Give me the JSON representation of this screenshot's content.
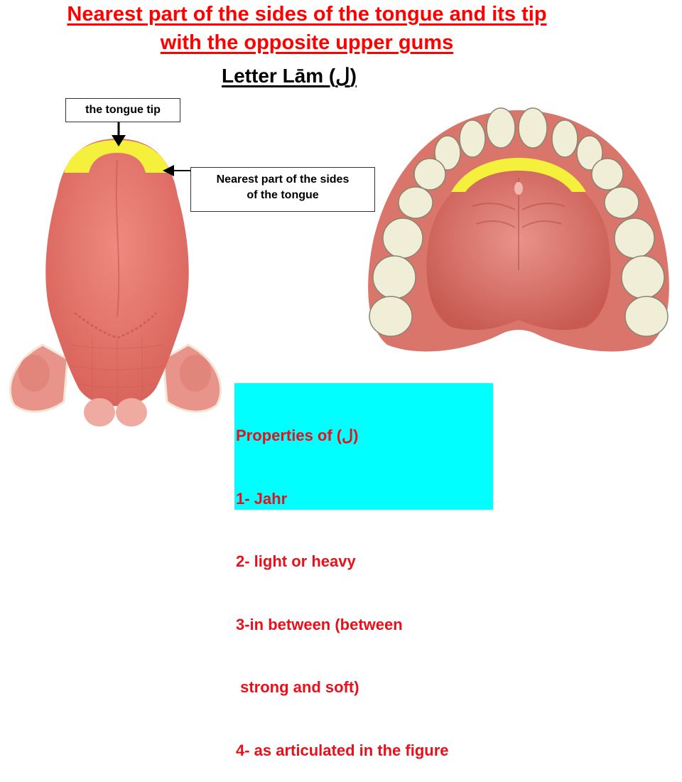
{
  "header": {
    "title_line1": "Nearest part of the sides of the tongue and its tip",
    "title_line2": "with the opposite upper gums",
    "subtitle": "Letter Lām (ل)"
  },
  "labels": {
    "tongue_tip": "the tongue tip",
    "sides_line1": "Nearest part of the sides",
    "sides_line2": "of the tongue"
  },
  "properties": {
    "heading": "Properties of (ل)",
    "items": [
      "1- Jahr",
      "2- light or heavy",
      "3-in between (between",
      " strong and soft)",
      "4- as articulated in the figure"
    ]
  },
  "colors": {
    "title": "#ff0000",
    "highlight": "#f5f03c",
    "tongue": "#e8766c",
    "properties_bg": "#00ffff",
    "properties_text": "#e8101a"
  }
}
